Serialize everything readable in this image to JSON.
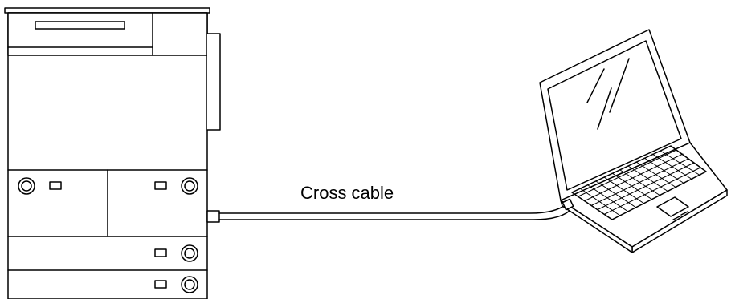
{
  "diagram": {
    "cable_label": "Cross cable",
    "components": [
      {
        "name": "copier-machine",
        "type": "multifunction printer with paper drawers"
      },
      {
        "name": "laptop-computer",
        "type": "notebook PC"
      }
    ],
    "connection": {
      "from": "copier-machine",
      "to": "laptop-computer",
      "kind": "cross cable"
    },
    "colors": {
      "line": "#000000",
      "background": "#ffffff"
    }
  }
}
